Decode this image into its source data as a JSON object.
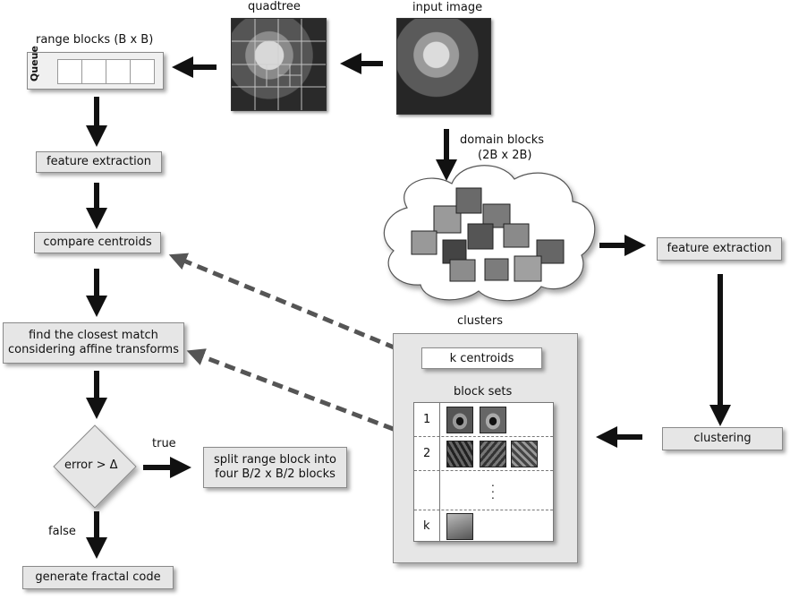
{
  "labels": {
    "quadtree": "quadtree",
    "input_image": "input image",
    "range_blocks": "range blocks (B x B)",
    "queue": "Queue",
    "domain_blocks_line1": "domain blocks",
    "domain_blocks_line2": "(2B x 2B)",
    "clusters": "clusters",
    "block_sets": "block sets",
    "true": "true",
    "false": "false"
  },
  "boxes": {
    "feature_extraction_left": "feature extraction",
    "compare_centroids": "compare centroids",
    "closest_match_line1": "find the closest match",
    "closest_match_line2": "considering affine transforms",
    "error_decision": "error > Δ",
    "split_line1": "split range block into",
    "split_line2": "four B/2 x B/2 blocks",
    "generate_code": "generate fractal code",
    "feature_extraction_right": "feature extraction",
    "clustering": "clustering",
    "k_centroids": "k centroids"
  },
  "block_set_rows": [
    "1",
    "2",
    "",
    "k"
  ],
  "block_set_ellipsis": ".\n.\n.",
  "colors": {
    "box_fill": "#e6e6e6",
    "arrow": "#111111",
    "dashed_arrow": "#555555"
  }
}
